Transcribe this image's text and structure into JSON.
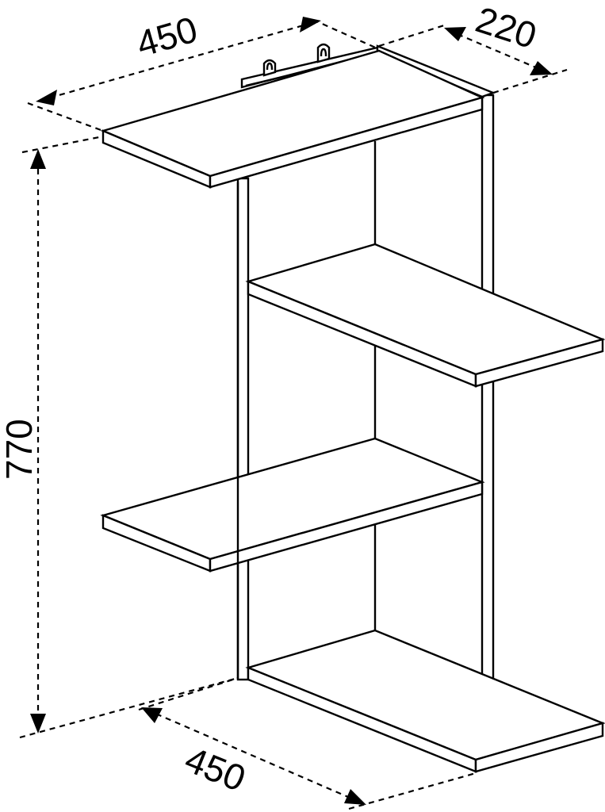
{
  "diagram": {
    "type": "technical-drawing",
    "subject": "wall-mounted staggered shelf unit",
    "units": "mm",
    "dimensions": {
      "width_top": "450",
      "depth": "220",
      "height": "770",
      "width_bottom": "450"
    },
    "shelves": [
      {
        "name": "top-shelf",
        "side": "left"
      },
      {
        "name": "second-shelf",
        "side": "right"
      },
      {
        "name": "third-shelf",
        "side": "left"
      },
      {
        "name": "bottom-shelf",
        "side": "right"
      }
    ],
    "hardware": [
      "wall-hanger-bracket-left",
      "wall-hanger-bracket-right"
    ],
    "colors": {
      "line": "#000000",
      "background": "#ffffff"
    }
  }
}
